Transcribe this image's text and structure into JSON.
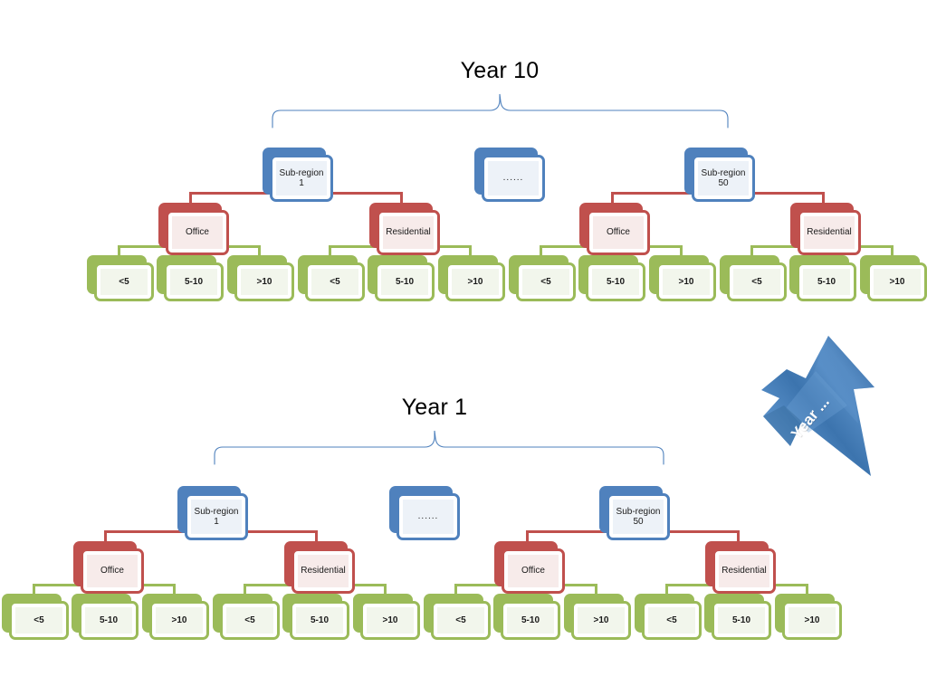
{
  "diagram": {
    "title_top": "Year 10",
    "title_bottom": "Year 1",
    "arrow_label": "Year ...",
    "colors": {
      "blue": "#4F81BD",
      "blue_fill": "#EDF2F8",
      "red": "#C0504D",
      "red_fill": "#F7EBEA",
      "green": "#9BBB59",
      "green_fill": "#F2F6EC",
      "brace": "#4F81BD",
      "text": "#1A1A1A",
      "background": "#FFFFFF"
    },
    "labels": {
      "subregion_first": "Sub-region\n1",
      "subregion_first_line1": "Sub-region",
      "subregion_first_line2": "1",
      "subregion_last_line1": "Sub-region",
      "subregion_last_line2": "50",
      "ellipsis": "......",
      "office": "Office",
      "residential": "Residential",
      "bin_low": "<5",
      "bin_mid": "5-10",
      "bin_high": ">10"
    }
  },
  "sections": [
    {
      "id": "year-10",
      "title": "Year 10",
      "subregions": [
        {
          "name": "Sub-region 1",
          "line1": "Sub-region",
          "line2": "1"
        },
        {
          "name": "ellipsis",
          "line1": "......",
          "line2": ""
        },
        {
          "name": "Sub-region 50",
          "line1": "Sub-region",
          "line2": "50"
        }
      ],
      "categories": [
        "Office",
        "Residential",
        "Office",
        "Residential"
      ],
      "leaves": [
        "<5",
        "5-10",
        ">10",
        "<5",
        "5-10",
        ">10",
        "<5",
        "5-10",
        ">10",
        "<5",
        "5-10",
        ">10"
      ]
    },
    {
      "id": "year-1",
      "title": "Year 1",
      "subregions": [
        {
          "name": "Sub-region 1",
          "line1": "Sub-region",
          "line2": "1"
        },
        {
          "name": "ellipsis",
          "line1": "......",
          "line2": ""
        },
        {
          "name": "Sub-region 50",
          "line1": "Sub-region",
          "line2": "50"
        }
      ],
      "categories": [
        "Office",
        "Residential",
        "Office",
        "Residential"
      ],
      "leaves": [
        "<5",
        "5-10",
        ">10",
        "<5",
        "5-10",
        ">10",
        "<5",
        "5-10",
        ">10",
        "<5",
        "5-10",
        ">10"
      ]
    }
  ]
}
